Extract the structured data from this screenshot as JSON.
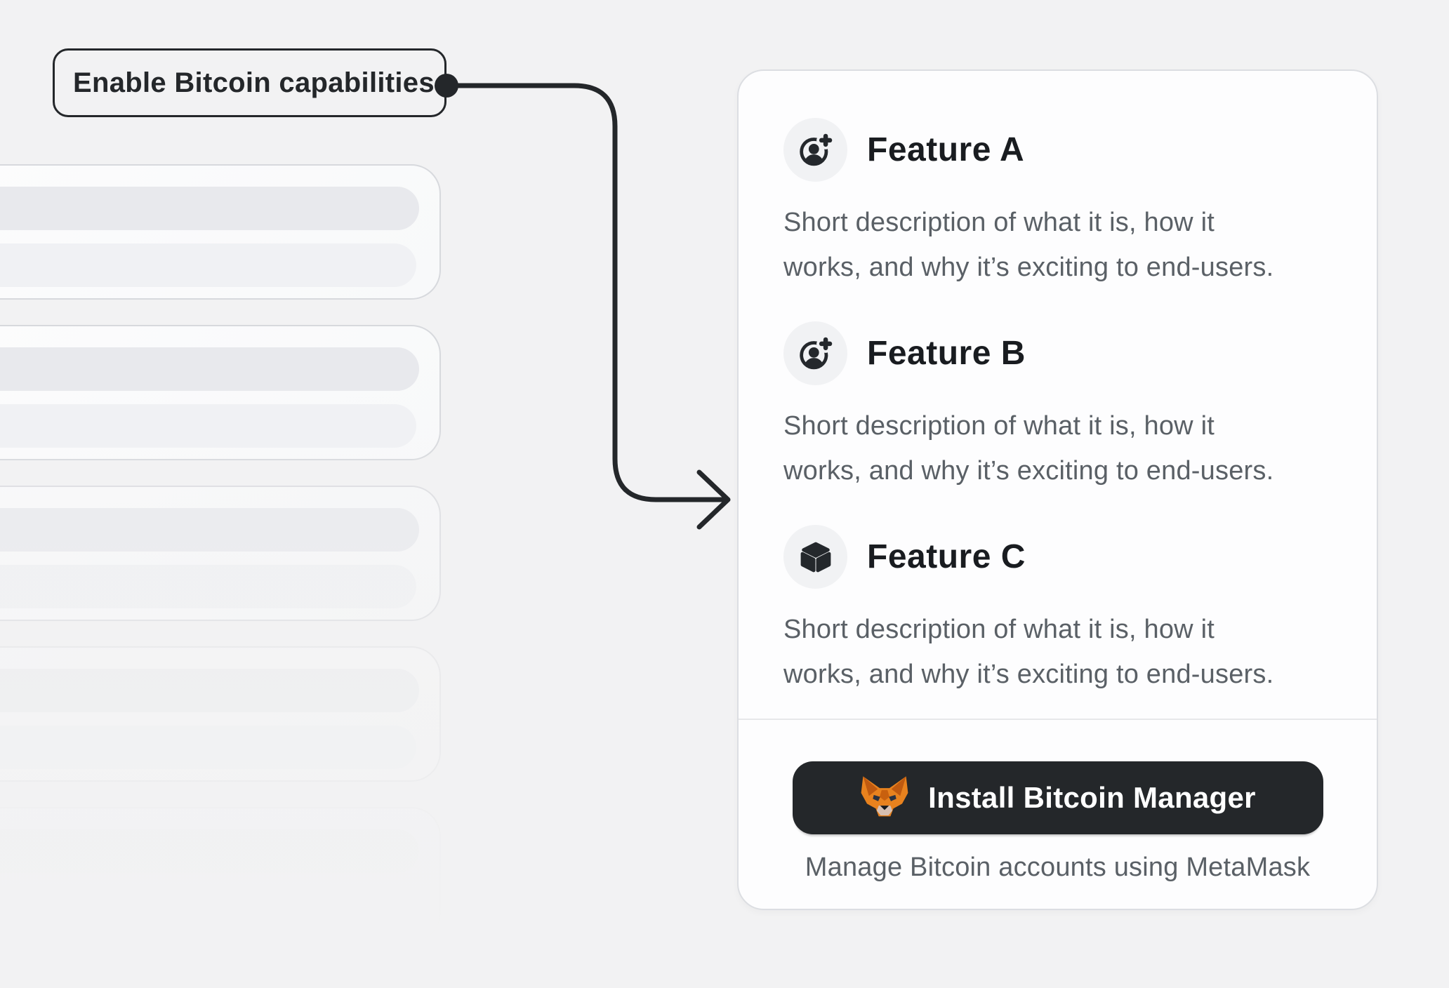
{
  "callout": {
    "label": "Enable Bitcoin capabilities"
  },
  "panel": {
    "features": [
      {
        "icon": "user-plus-icon",
        "title": "Feature A",
        "description": "Short description of what it is, how it\nworks, and why it’s exciting to end-users."
      },
      {
        "icon": "user-plus-icon",
        "title": "Feature B",
        "description": "Short description of what it is, how it\nworks, and why it’s exciting to end-users."
      },
      {
        "icon": "cube-icon",
        "title": "Feature C",
        "description": "Short description of what it is, how it\nworks, and why it’s exciting to end-users."
      }
    ],
    "cta": {
      "button_icon": "metamask-fox-icon",
      "button_label": "Install Bitcoin Manager",
      "caption": "Manage Bitcoin accounts using MetaMask"
    }
  },
  "colors": {
    "background": "#f2f2f3",
    "ink": "#24272a",
    "heading_text": "#191c20",
    "body_text": "#5a6066",
    "card_bg": "#fdfdfe",
    "card_border": "#dcdee2",
    "skeleton_border": "#d7d9dd",
    "skeleton_bar_dark": "#e8e9ed",
    "skeleton_bar_light": "#f0f1f4",
    "icon_circle_bg": "#f1f2f4",
    "button_bg": "#24272a",
    "button_text": "#ffffff",
    "fox_orange": "#e8821e"
  }
}
